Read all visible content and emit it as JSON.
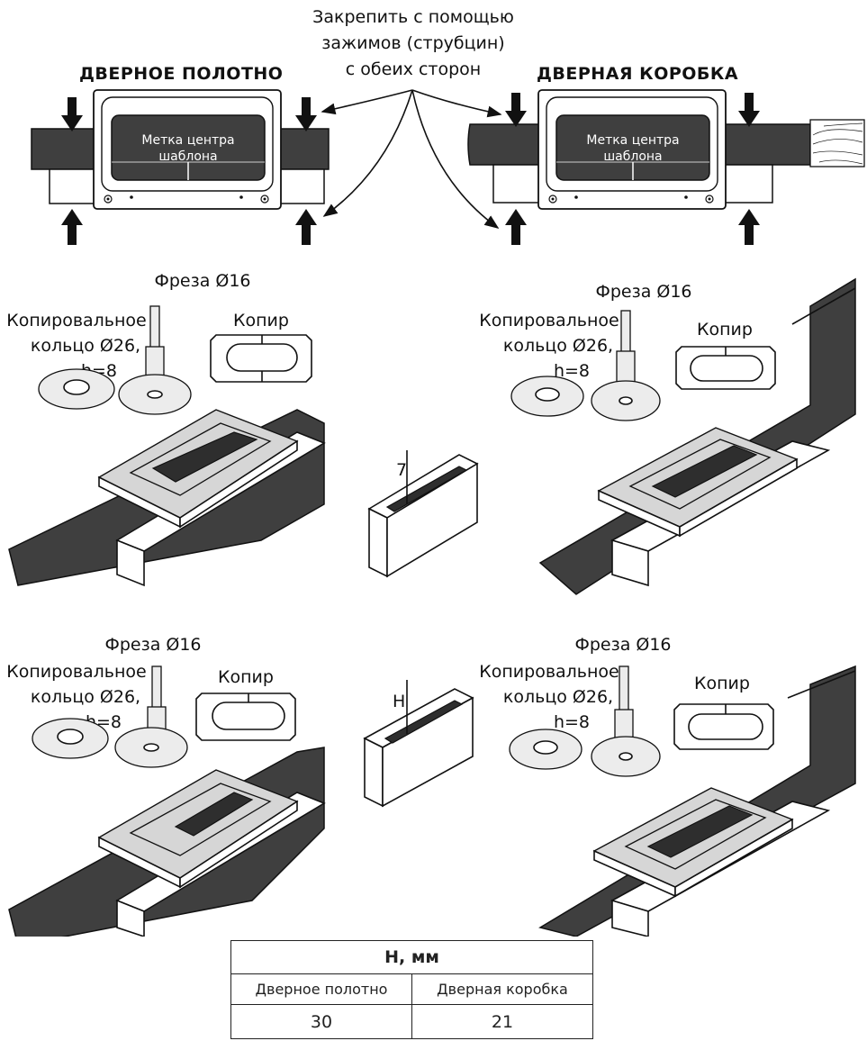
{
  "top": {
    "clamp_note": [
      "Закрепить с помощью",
      "зажимов (струбцин)",
      "с обеих сторон"
    ],
    "door_leaf_title": "ДВЕРНОЕ ПОЛОТНО",
    "door_frame_title": "ДВЕРНАЯ КОРОБКА",
    "center_mark": [
      "Метка центра",
      "шаблона"
    ]
  },
  "panels": {
    "cutter": "Фреза Ø16",
    "ring": [
      "Копировальное",
      "кольцо Ø26,",
      "h=8"
    ],
    "template": "Копир",
    "depth_top": "7",
    "depth_bottom": "H"
  },
  "table": {
    "header": "H, мм",
    "columns": [
      "Дверное полотно",
      "Дверная коробка"
    ],
    "values": [
      "30",
      "21"
    ]
  }
}
